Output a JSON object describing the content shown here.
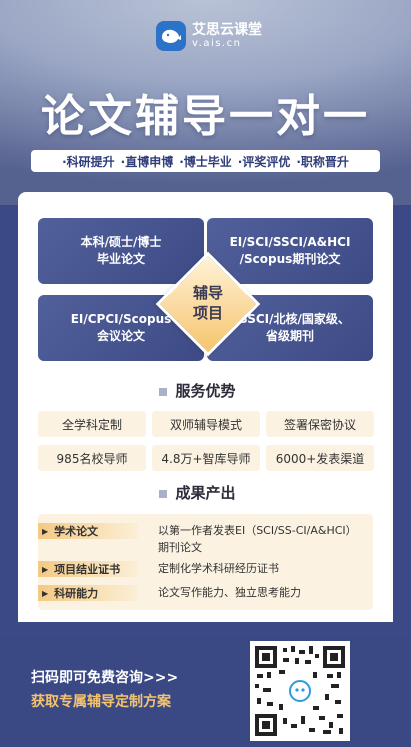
{
  "brand": {
    "name": "艾思云课堂",
    "domain": "v.ais.cn"
  },
  "hero_title": "论文辅导一对一",
  "tagline": [
    "·科研提升",
    "·直博申博",
    "·博士毕业",
    "·评奖评优",
    "·职称晋升"
  ],
  "service_types": [
    {
      "line1": "本科/硕士/博士",
      "line2": "毕业论文"
    },
    {
      "line1": "EI/SCI/SSCI/A&HCI",
      "line2": "/Scopus期刊论文"
    },
    {
      "line1": "EI/CPCI/Scopus",
      "line2": "会议论文"
    },
    {
      "line1": "CSSCI/北核/国家级、",
      "line2": "省级期刊"
    }
  ],
  "center_label": {
    "line1": "辅导",
    "line2": "项目"
  },
  "advantages_title": "服务优势",
  "advantages": [
    "全学科定制",
    "双师辅导模式",
    "签署保密协议",
    "985名校导师",
    "4.8万+智库导师",
    "6000+发表渠道"
  ],
  "results_title": "成果产出",
  "results": [
    {
      "tag": "学术论文",
      "desc": "以第一作者发表EI（SCI/SS-CI/A&HCI）期刊论文"
    },
    {
      "tag": "项目结业证书",
      "desc": "定制化学术科研经历证书"
    },
    {
      "tag": "科研能力",
      "desc": "论文写作能力、独立思考能力"
    }
  ],
  "footer": {
    "cta_line1": "扫码即可免费咨询>>>",
    "cta_line2": "获取专属辅导定制方案"
  },
  "colors": {
    "primary": "#3a4884",
    "accent": "#f6c46d",
    "cream": "#fbf2e2"
  }
}
